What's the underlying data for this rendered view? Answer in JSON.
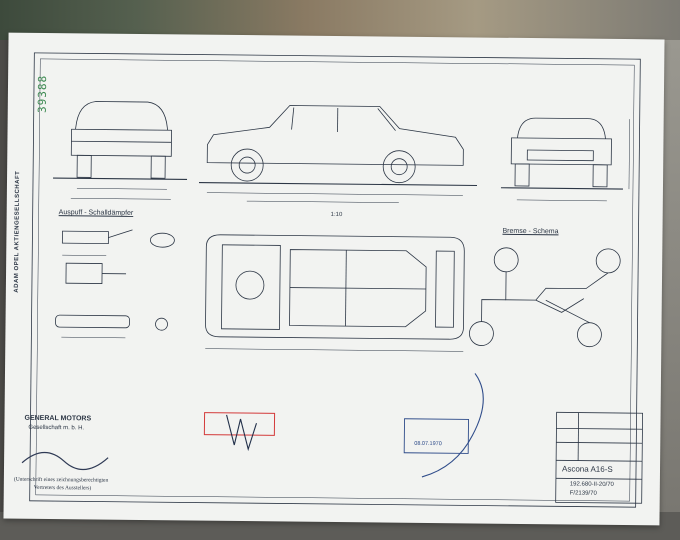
{
  "serial_number": "39388",
  "vertical_text": "ADAM OPEL AKTIENGESELLSCHAFT",
  "sections": {
    "exhaust": "Auspuff - Schalldämpfer",
    "brake": "Bremse - Schema"
  },
  "scale": "1:10",
  "company": {
    "name": "GENERAL MOTORS",
    "sub": "Gesellschaft m. b. H."
  },
  "signature_caption": [
    "(Unterschrift eines zeichnungsberechtigten",
    "Vertreters des Ausstellers)"
  ],
  "title_block": {
    "model": "Ascona A16-S",
    "number": "192.680-II-20/70",
    "ref": "F/2139/70"
  },
  "stamp_date": "08.07.1970",
  "colors": {
    "ink": "#2c3645",
    "paper": "#f2f3f1",
    "stamp_red": "#d33a3a",
    "stamp_blue": "#2f4c8a",
    "serial_green": "#3d8a52"
  }
}
